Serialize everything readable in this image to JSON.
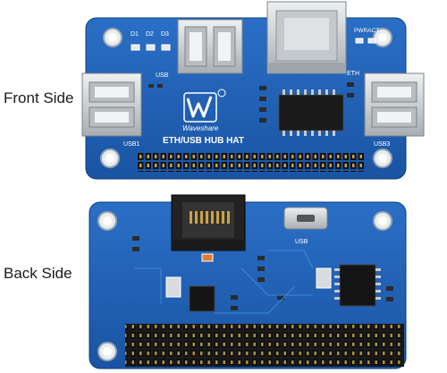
{
  "labels": {
    "front": "Front Side",
    "back": "Back Side"
  },
  "front_board": {
    "led_labels": [
      "D1",
      "D2",
      "D3"
    ],
    "pwr_act": "PWRACT",
    "usb_labels": {
      "top": "USB",
      "eth": "ETH",
      "left": "USB1",
      "right": "USB3"
    },
    "brand": "Waveshare",
    "title": "ETH/USB HUB HAT"
  },
  "back_board": {
    "usb_label": "USB"
  },
  "colors": {
    "pcb": "#1d5fb5",
    "pcb_dark": "#123f80",
    "silver": "#cfd3d6",
    "header": "#1b1b1b",
    "gold": "#c8a24a"
  }
}
